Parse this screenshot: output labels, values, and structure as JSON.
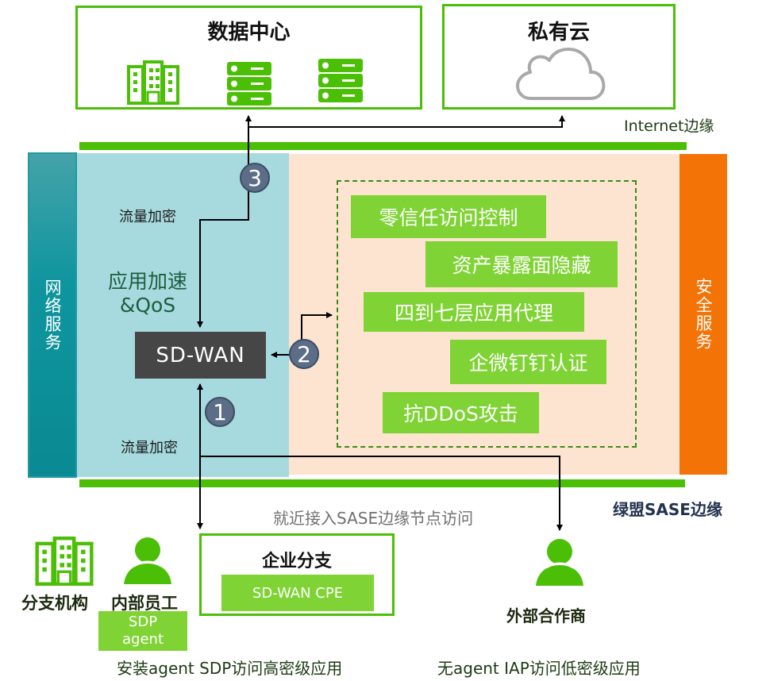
{
  "datacenter": {
    "title": "数据中心",
    "icons": [
      "building-icon",
      "server-rack-icon",
      "server-rack-icon"
    ]
  },
  "private_cloud": {
    "title": "私有云",
    "icon": "cloud-icon"
  },
  "internet_edge_label": "Internet边缘",
  "sase_edge_label": "绿盟SASE边缘",
  "network_service": {
    "side_label": "网络服务",
    "encrypt_top": "流量加密",
    "accel_line1": "应用加速",
    "accel_line2": "&QoS",
    "sdwan_label": "SD-WAN",
    "encrypt_bottom": "流量加密"
  },
  "security_service": {
    "side_label": "安全服务",
    "features": [
      "零信任访问控制",
      "资产暴露面隐藏",
      "四到七层应用代理",
      "企微钉钉认证",
      "抗DDoS攻击"
    ]
  },
  "steps": [
    "1",
    "2",
    "3"
  ],
  "access_note": "就近接入SASE边缘节点访问",
  "branch": {
    "title": "企业分支",
    "cpe_label": "SD-WAN CPE"
  },
  "branch_org": {
    "label": "分支机构",
    "icon": "building-icon"
  },
  "internal_staff": {
    "label": "内部员工",
    "icon": "person-icon",
    "agent_line1": "SDP",
    "agent_line2": "agent",
    "caption": "安装agent SDP访问高密级应用"
  },
  "external_partner": {
    "label": "外部合作商",
    "icon": "person-icon",
    "caption": "无agent IAP访问低密级应用"
  },
  "colors": {
    "brand_green": "#4bbf06",
    "feature_green": "#7fd334",
    "network_bg": "#a6dadf",
    "network_side": "#0f959f",
    "security_bg": "#fde4d0",
    "security_side": "#f47306",
    "sdwan_box": "#464646",
    "step_badge": "#5c6d87"
  }
}
